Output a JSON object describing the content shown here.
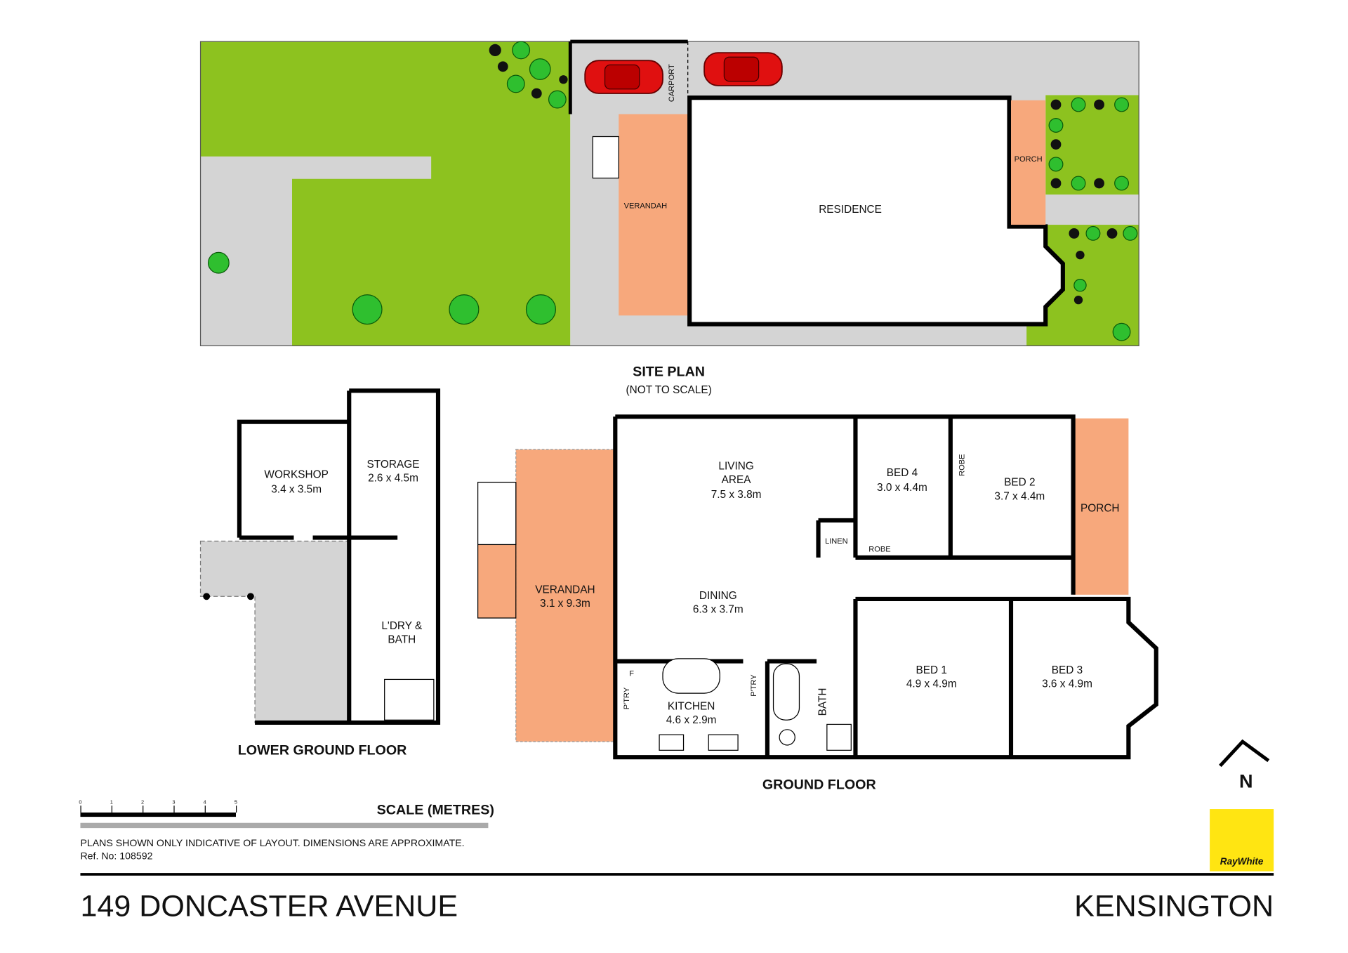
{
  "colors": {
    "lawn": "#8dc21f",
    "paving": "#d4d4d4",
    "deck": "#f7a87c",
    "car": "#e01010",
    "brand": "#ffe512",
    "plant": "#2fbf2f"
  },
  "site_plan": {
    "title": "SITE PLAN",
    "subtitle": "(NOT TO SCALE)",
    "labels": {
      "carport": "CARPORT",
      "verandah": "VERANDAH",
      "residence": "RESIDENCE",
      "porch": "PORCH"
    }
  },
  "lower_ground": {
    "title": "LOWER GROUND FLOOR",
    "rooms": [
      {
        "name": "WORKSHOP",
        "dims": "3.4 x 3.5m"
      },
      {
        "name": "STORAGE",
        "dims": "2.6 x 4.5m"
      },
      {
        "name": "L'DRY &",
        "dims": "BATH"
      }
    ]
  },
  "ground_floor": {
    "title": "GROUND FLOOR",
    "rooms": [
      {
        "name": "VERANDAH",
        "dims": "3.1 x 9.3m"
      },
      {
        "name": "LIVING",
        "name2": "AREA",
        "dims": "7.5 x 3.8m"
      },
      {
        "name": "DINING",
        "dims": "6.3 x 3.7m"
      },
      {
        "name": "KITCHEN",
        "dims": "4.6 x 2.9m"
      },
      {
        "name": "BED 4",
        "dims": "3.0 x 4.4m"
      },
      {
        "name": "BED 2",
        "dims": "3.7 x 4.4m"
      },
      {
        "name": "BED 1",
        "dims": "4.9 x 4.9m"
      },
      {
        "name": "BED 3",
        "dims": "3.6 x 4.9m"
      },
      {
        "name": "PORCH"
      }
    ],
    "small_labels": {
      "linen": "LINEN",
      "robe": "ROBE",
      "robe2": "ROBE",
      "pantry": "P'TRY",
      "pantry2": "P'TRY",
      "fridge": "F",
      "bath": "BATH"
    }
  },
  "scale": {
    "label": "SCALE (METRES)",
    "ticks": [
      "0",
      "1",
      "2",
      "3",
      "4",
      "5"
    ]
  },
  "disclaimer": "PLANS SHOWN ONLY INDICATIVE OF LAYOUT.  DIMENSIONS ARE APPROXIMATE.",
  "ref": "Ref. No: 108592",
  "address": "149 DONCASTER AVENUE",
  "suburb": "KENSINGTON",
  "north_label": "N",
  "logo": "RayWhite"
}
